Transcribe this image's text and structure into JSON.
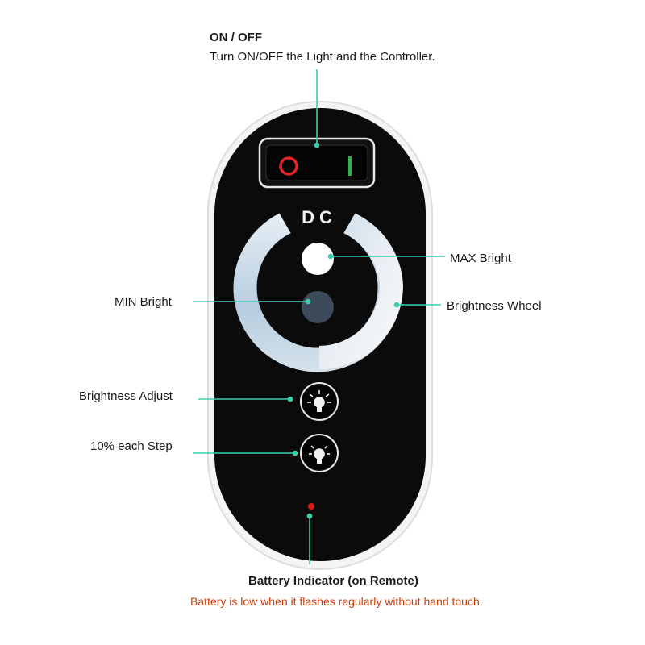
{
  "annotations": {
    "on_off_title": "ON / OFF",
    "on_off_desc": "Turn ON/OFF the Light and the Controller.",
    "max_bright": "MAX Bright",
    "min_bright": "MIN Bright",
    "brightness_wheel": "Brightness Wheel",
    "brightness_adjust": "Brightness Adjust",
    "step": "10% each Step",
    "battery_title": "Battery Indicator (on Remote)",
    "battery_desc": "Battery is low when it flashes regularly without hand touch."
  },
  "remote": {
    "dc_label": "DC",
    "switch_on_symbol": "I",
    "switch_off_symbol": "O"
  },
  "colors": {
    "leader_line": "#3ccfae",
    "body": "#0b0b0b",
    "bezel": "#f2f2f2",
    "off_red": "#e0242a",
    "on_green": "#2bb24c",
    "battery_led": "#e01818",
    "warning_text": "#c8400c"
  },
  "icons": [
    "power-switch-icon",
    "bulb-brighten-icon",
    "bulb-dim-icon",
    "battery-led-icon"
  ]
}
